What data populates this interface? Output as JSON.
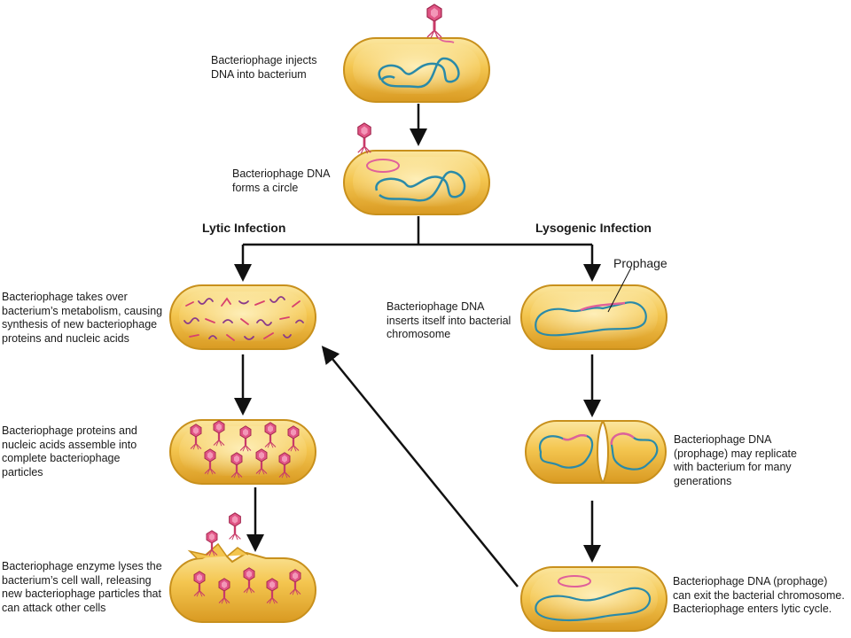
{
  "headings": {
    "lytic": "Lytic Infection",
    "lysogenic": "Lysogenic Infection"
  },
  "captions": {
    "inject": "Bacteriophage injects\nDNA into bacterium",
    "circle": "Bacteriophage DNA\nforms a circle",
    "takeover": "Bacteriophage takes over\nbacterium’s metabolism, causing\nsynthesis of new bacteriophage\nproteins and nucleic acids",
    "assemble": "Bacteriophage proteins and\nnucleic acids assemble into\ncomplete bacteriophage\nparticles",
    "lyse": "Bacteriophage enzyme lyses the\nbacterium’s cell wall, releasing\nnew bacteriophage particles that\ncan attack other cells",
    "insert": "Bacteriophage DNA\ninserts itself into bacterial\nchromosome",
    "replicate": "Bacteriophage DNA\n(prophage) may replicate\nwith bacterium for many\ngenerations",
    "exit": "Bacteriophage DNA (prophage)\ncan exit the bacterial chromosome.\nBacteriophage enters lytic cycle."
  },
  "callouts": {
    "prophage": "Prophage"
  },
  "colors": {
    "cell_fill": "#f2c24a",
    "cell_edge": "#c8901c",
    "host_dna": "#2a8aa8",
    "phage_dna": "#e0609a",
    "phage_body": "#d8406e",
    "arrow": "#111111"
  }
}
